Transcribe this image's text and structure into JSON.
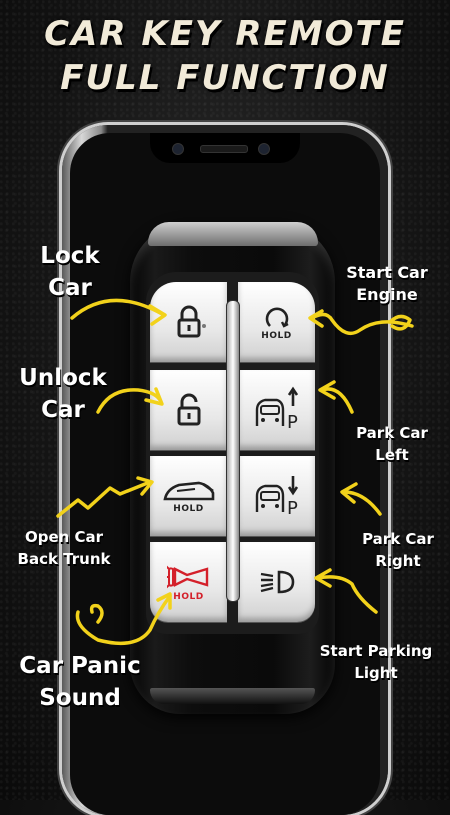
{
  "headline": {
    "line1": "CAR KEY REMOTE",
    "line2": "FULL FUNCTION"
  },
  "buttons": {
    "lock": {
      "icon": "lock-icon"
    },
    "start": {
      "icon": "power-icon",
      "hold": "HOLD"
    },
    "unlock": {
      "icon": "unlock-icon"
    },
    "park_left": {
      "icon": "park-car-left-icon",
      "letter": "P"
    },
    "trunk": {
      "icon": "trunk-icon",
      "hold": "HOLD"
    },
    "park_right": {
      "icon": "park-car-right-icon",
      "letter": "P"
    },
    "panic": {
      "icon": "horn-icon",
      "hold": "HOLD"
    },
    "light": {
      "icon": "headlight-icon"
    }
  },
  "labels": {
    "lock": [
      "Lock",
      "Car"
    ],
    "unlock": [
      "Unlock",
      "Car"
    ],
    "trunk": [
      "Open Car",
      "Back Trunk"
    ],
    "panic": [
      "Car Panic",
      "Sound"
    ],
    "start": [
      "Start Car",
      "Engine"
    ],
    "park_left": [
      "Park Car",
      "Left"
    ],
    "park_right": [
      "Park Car",
      "Right"
    ],
    "light": [
      "Start Parking",
      "Light"
    ]
  },
  "colors": {
    "arrow": "#f2d21b",
    "panic": "#d4202a",
    "headline": "#f1ead8"
  }
}
